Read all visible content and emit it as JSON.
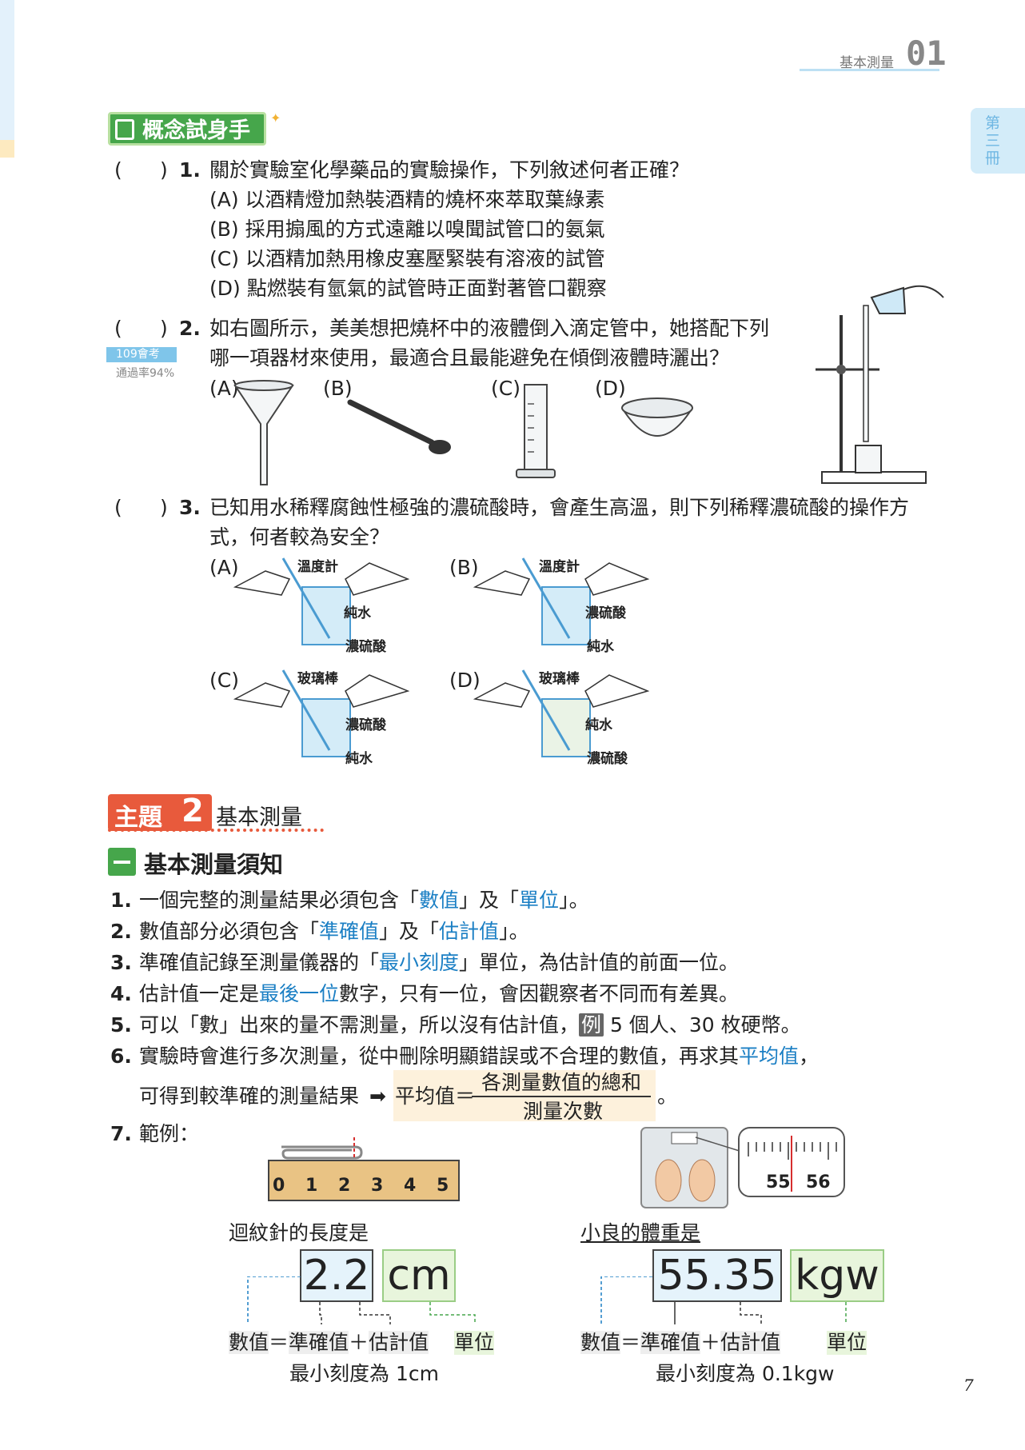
{
  "header": {
    "chapter_title": "基本測量",
    "chapter_num": "01",
    "side_tab": "第三冊"
  },
  "concept": {
    "badge": "概念試身手"
  },
  "q1": {
    "paren": "(",
    "paren_close": ")",
    "num": "1.",
    "stem": "關於實驗室化學藥品的實驗操作，下列敘述何者正確？",
    "options": [
      "(A) 以酒精燈加熱裝酒精的燒杯來萃取葉綠素",
      "(B) 採用搧風的方式遠離以嗅聞試管口的氨氣",
      "(C) 以酒精加熱用橡皮塞壓緊裝有溶液的試管",
      "(D) 點燃裝有氫氣的試管時正面對著管口觀察"
    ]
  },
  "q2": {
    "num": "2.",
    "stem_line1": "如右圖所示，美美想把燒杯中的液體倒入滴定管中，她搭配下列",
    "stem_line2": "哪一項器材來使用，最適合且最能避免在傾倒液體時灑出？",
    "exam_tag": "109會考",
    "pass_rate": "通過率94%",
    "options": [
      "(A)",
      "(B)",
      "(C)",
      "(D)"
    ]
  },
  "q3": {
    "num": "3.",
    "stem_line1": "已知用水稀釋腐蝕性極強的濃硫酸時，會產生高溫，則下列稀釋濃硫酸的操作方",
    "stem_line2": "式，何者較為安全？",
    "options": [
      {
        "letter": "(A)",
        "tool": "溫度計",
        "top": "純水",
        "bottom": "濃硫酸"
      },
      {
        "letter": "(B)",
        "tool": "溫度計",
        "top": "濃硫酸",
        "bottom": "純水"
      },
      {
        "letter": "(C)",
        "tool": "玻璃棒",
        "top": "濃硫酸",
        "bottom": "純水"
      },
      {
        "letter": "(D)",
        "tool": "玻璃棒",
        "top": "純水",
        "bottom": "濃硫酸"
      }
    ]
  },
  "topic": {
    "label": "主題",
    "num": "2",
    "title": "基本測量"
  },
  "section": {
    "title": "基本測量須知"
  },
  "items": {
    "i1": {
      "num": "1.",
      "a": "一個完整的測量結果必須包含「",
      "b": "數值",
      "c": "」及「",
      "d": "單位",
      "e": "」。"
    },
    "i2": {
      "num": "2.",
      "a": "數值部分必須包含「",
      "b": "準確值",
      "c": "」及「",
      "d": "估計值",
      "e": "」。"
    },
    "i3": {
      "num": "3.",
      "a": "準確值記錄至測量儀器的「",
      "b": "最小刻度",
      "c": "」單位，為估計值的前面一位。"
    },
    "i4": {
      "num": "4.",
      "a": "估計值一定是",
      "b": "最後一位",
      "c": "數字，只有一位，會因觀察者不同而有差異。"
    },
    "i5": {
      "num": "5.",
      "a": "可以「數」出來的量不需測量，所以沒有估計值，",
      "tag": "例",
      "b": " 5 個人、30 枚硬幣。"
    },
    "i6": {
      "num": "6.",
      "a": "實驗時會進行多次測量，從中刪除明顯錯誤或不合理的數值，再求其",
      "b": "平均值",
      "c": "，"
    },
    "i6b": {
      "a": "可得到較準確的測量結果",
      "arrow": "➡",
      "b": "平均值＝",
      "numerator": "各測量數值的總和",
      "denominator": "測量次數",
      "end": "。"
    },
    "i7": {
      "num": "7.",
      "a": "範例："
    }
  },
  "example_left": {
    "ruler_ticks": [
      "0",
      "1",
      "2",
      "3",
      "4",
      "5"
    ],
    "caption": "迴紋針的長度是",
    "value": "2.2",
    "unit": "cm",
    "rel_a": "數值",
    "rel_eq": "＝",
    "rel_b": "準確值",
    "rel_plus": "＋",
    "rel_c": "估計值",
    "rel_unit": "單位",
    "min_scale": "最小刻度為 1cm"
  },
  "example_right": {
    "scale_ticks": [
      "55",
      "56"
    ],
    "caption": "小良的體重是",
    "value": "55.35",
    "unit": "kgw",
    "rel_a": "數值",
    "rel_eq": "＝",
    "rel_b": "準確值",
    "rel_plus": "＋",
    "rel_c": "估計值",
    "rel_unit": "單位",
    "min_scale": "最小刻度為 0.1kgw"
  },
  "page": {
    "number": "7"
  },
  "colors": {
    "accent_blue": "#1b7fc4",
    "green": "#46a64b",
    "red": "#e85a3c"
  }
}
